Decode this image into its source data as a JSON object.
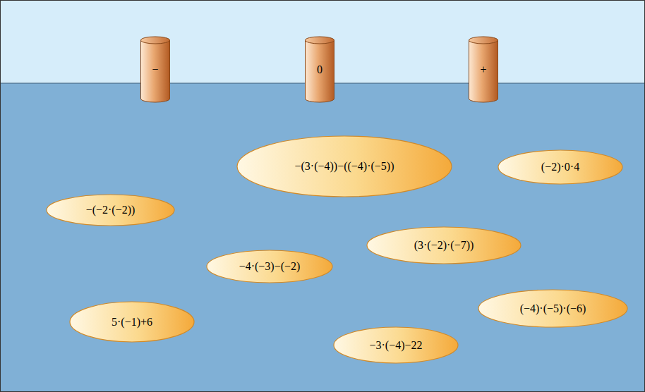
{
  "diagram": {
    "nodes": [
      {
        "text": [
          "−"
        ]
      },
      {
        "text": [
          "0"
        ]
      },
      {
        "text": [
          "+"
        ]
      },
      {
        "text": [
          "−(3·(−4))−((−4)·(−5))"
        ]
      },
      {
        "text": [
          "(−2)·0·4"
        ]
      },
      {
        "text": [
          "−(−2·(−2))"
        ]
      },
      {
        "text": [
          "(3·(−2)·(−7))"
        ]
      },
      {
        "text": [
          "−4·(−3)−(−2)"
        ]
      },
      {
        "text": [
          "(−4)·(−5)·(−6)"
        ]
      },
      {
        "text": [
          "5·(−1)+6"
        ]
      },
      {
        "text": [
          "−3·(−4)−22"
        ]
      }
    ]
  }
}
